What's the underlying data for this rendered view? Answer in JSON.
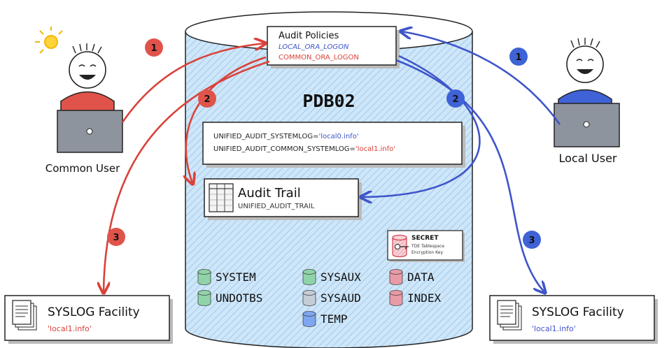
{
  "database": {
    "name": "PDB02"
  },
  "users": {
    "common": {
      "label": "Common User"
    },
    "local": {
      "label": "Local User"
    }
  },
  "audit_policies": {
    "title": "Audit Policies",
    "local_policy": "LOCAL_ORA_LOGON",
    "common_policy": "COMMON_ORA_LOGON"
  },
  "parameters": {
    "line1_name": "UNIFIED_AUDIT_SYSTEMLOG=",
    "line1_value": "'local0.info'",
    "line2_name": "UNIFIED_AUDIT_COMMON_SYSTEMLOG=",
    "line2_value": "'local1.info'"
  },
  "audit_trail": {
    "title": "Audit Trail",
    "subtitle": "UNIFIED_AUDIT_TRAIL"
  },
  "secret": {
    "title": "SECRET",
    "line1": "TDE Tablespace",
    "line2": "Encryption Key"
  },
  "tablespaces": [
    {
      "name": "SYSTEM",
      "color": "#8fd4a8"
    },
    {
      "name": "UNDOTBS",
      "color": "#8fd4a8"
    },
    {
      "name": "SYSAUX",
      "color": "#8fd4a8"
    },
    {
      "name": "SYSAUD",
      "color": "#c4ccd6"
    },
    {
      "name": "TEMP",
      "color": "#7fa6f0"
    },
    {
      "name": "DATA",
      "color": "#e89aa6"
    },
    {
      "name": "INDEX",
      "color": "#e89aa6"
    }
  ],
  "syslog_left": {
    "title": "SYSLOG Facility",
    "facility": "'local1.info'"
  },
  "syslog_right": {
    "title": "SYSLOG Facility",
    "facility": "'local1.info'"
  },
  "steps": {
    "red_1": "1",
    "red_2": "2",
    "red_3": "3",
    "blue_1": "1",
    "blue_2": "2",
    "blue_3": "3"
  },
  "colors": {
    "red": "#d9423a",
    "blue": "#3f55c9",
    "cylinder": "#bcdcf5",
    "local_user_shirt": "#3f63d6",
    "common_user_shirt": "#e0534a"
  }
}
